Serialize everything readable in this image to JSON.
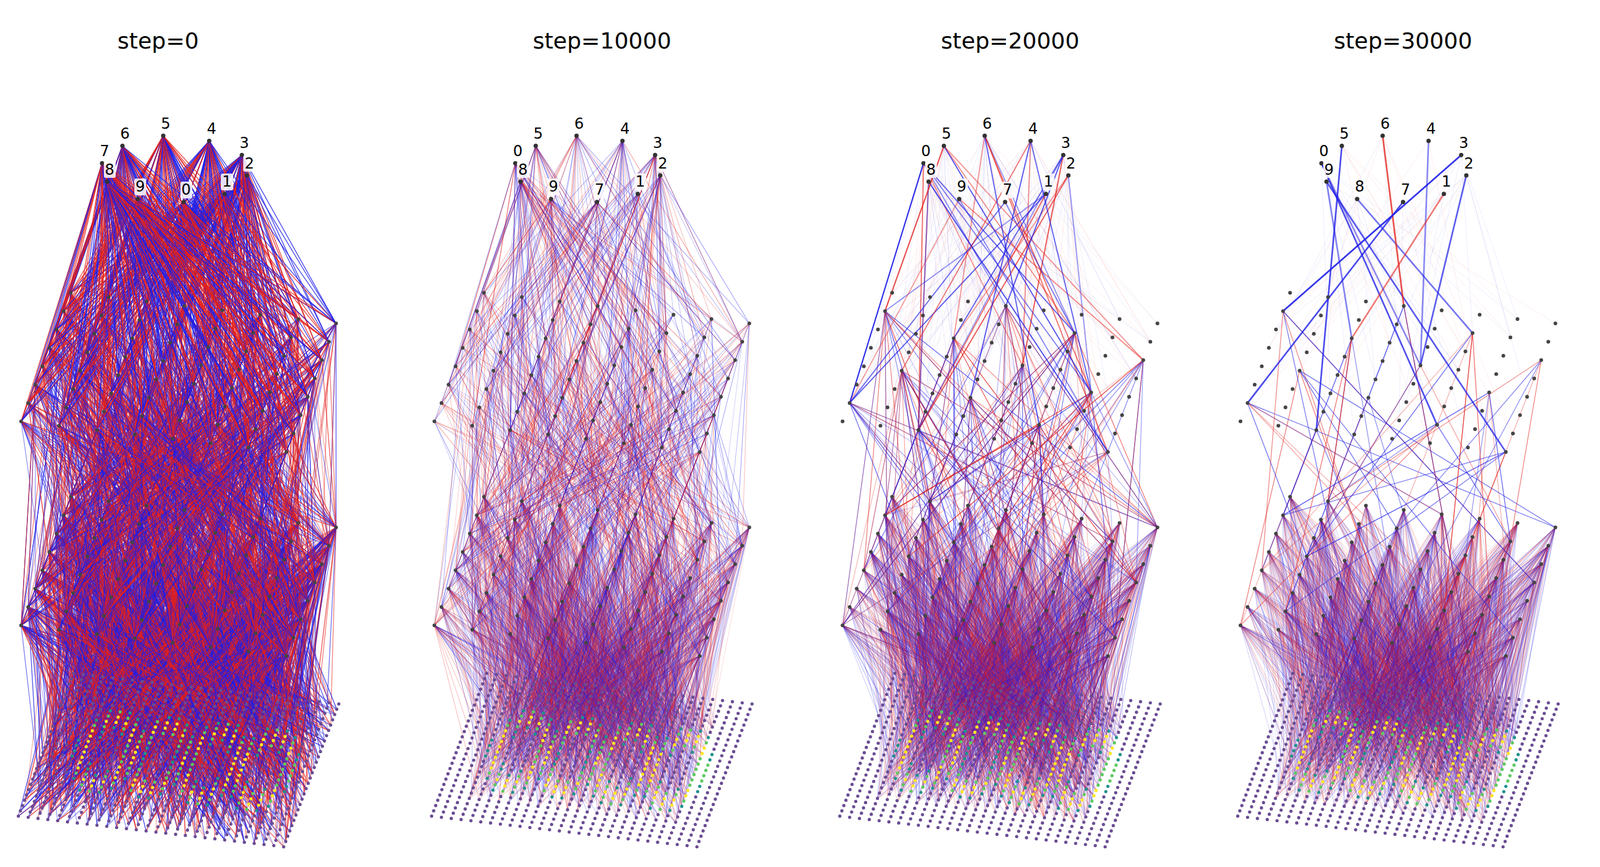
{
  "diagram": {
    "labels": [
      "step=0",
      "7",
      "8",
      "6",
      "9",
      "5",
      "0",
      "4",
      "1",
      "3",
      "2",
      "step=10000",
      "0",
      "8",
      "5",
      "9",
      "6",
      "7",
      "4",
      "1",
      "3",
      "2",
      "step=20000",
      "0",
      "8",
      "5",
      "9",
      "6",
      "7",
      "4",
      "1",
      "3",
      "2",
      "step=30000",
      "0",
      "9",
      "5",
      "8",
      "6",
      "7",
      "4",
      "1",
      "3",
      "2"
    ]
  }
}
